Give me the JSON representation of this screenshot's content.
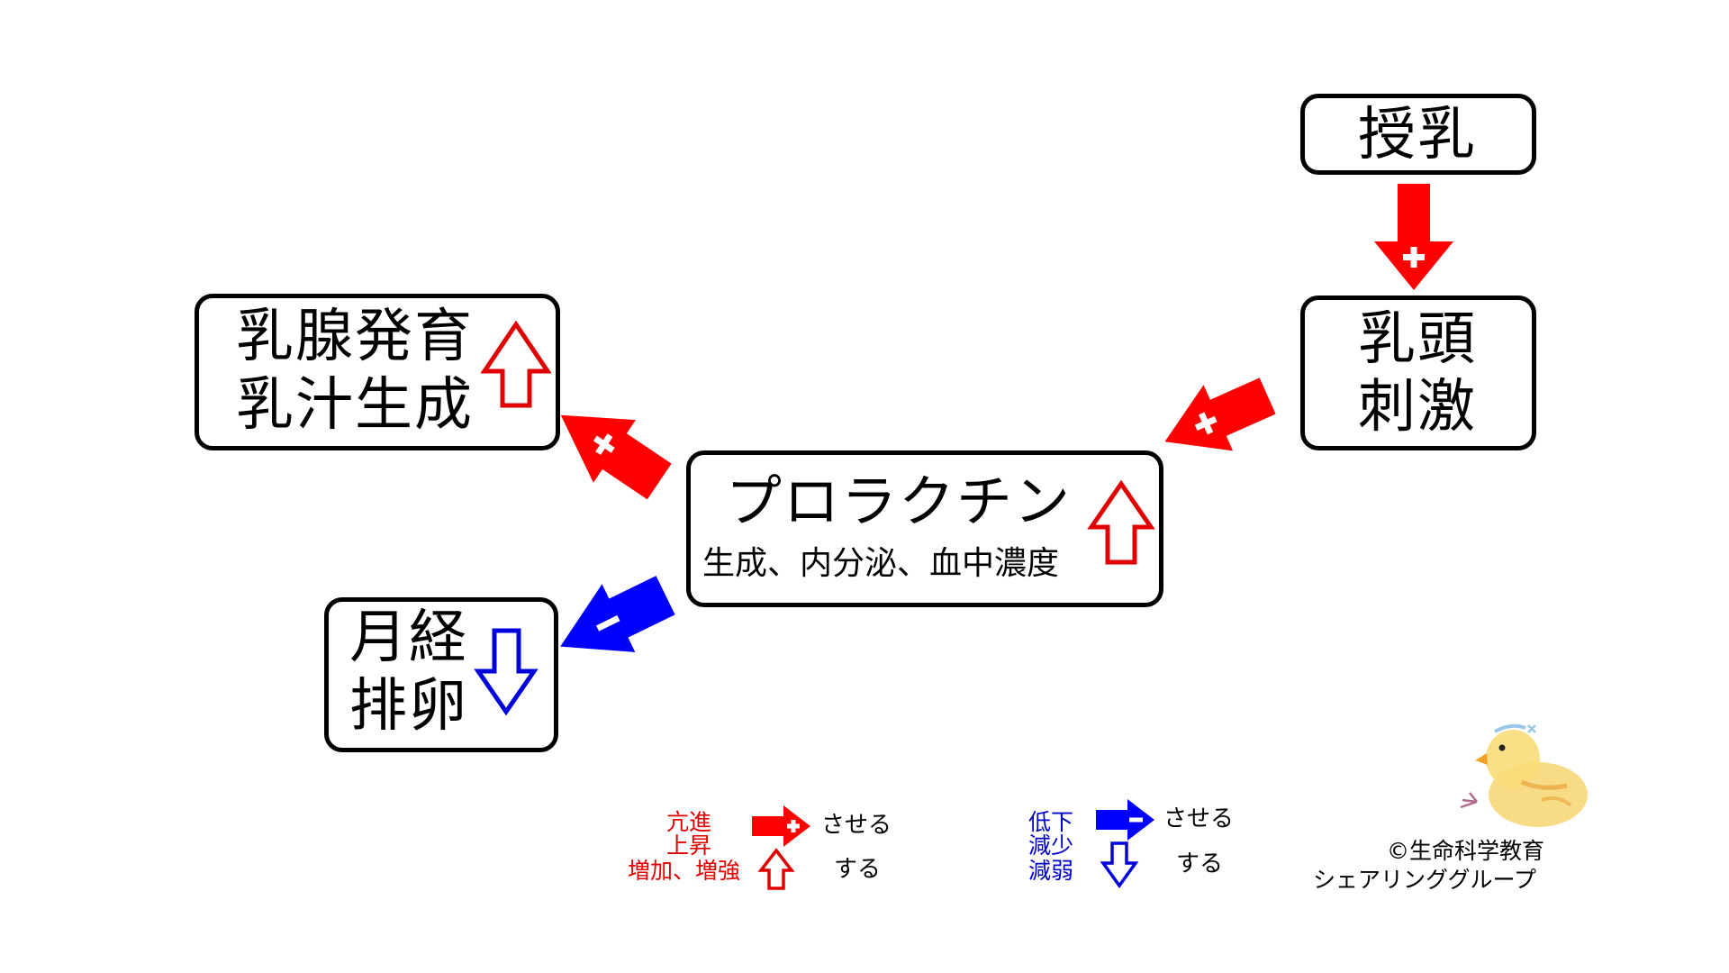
{
  "nodes": {
    "junyu": {
      "label": "授乳"
    },
    "nyuto": {
      "line1": "乳頭",
      "line2": "刺激"
    },
    "prolactin": {
      "title": "プロラクチン",
      "subtitle": "生成、内分泌、血中濃度"
    },
    "nyusen": {
      "line1": "乳腺発育",
      "line2": "乳汁生成"
    },
    "gekkei": {
      "line1": "月経",
      "line2": "排卵"
    }
  },
  "legend": {
    "enhance": {
      "line1": "亢進",
      "line2": "上昇",
      "line3": "増加、増強",
      "arrow_text": "させる",
      "updown_text": "する"
    },
    "suppress": {
      "line1": "低下",
      "line2": "減少",
      "line3": "減弱",
      "arrow_text": "させる",
      "updown_text": "する"
    }
  },
  "credit": {
    "line1": "©生命科学教育",
    "line2": "シェアリンググループ"
  },
  "colors": {
    "red": "#ff0000",
    "blue": "#0000ff",
    "black": "#000000"
  },
  "icons": {
    "plus": "plus-icon",
    "minus": "minus-icon",
    "up": "up-arrow-icon",
    "down": "down-arrow-icon",
    "chick": "chick-illustration"
  }
}
